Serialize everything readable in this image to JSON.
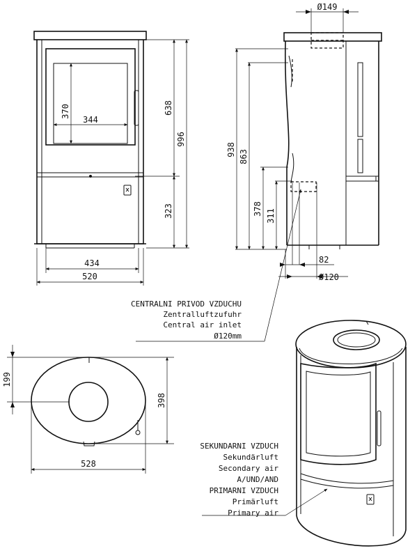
{
  "front_view": {
    "window_width": "344",
    "window_height": "370",
    "door_height": "638",
    "total_height": "996",
    "base_height": "323",
    "body_width": "434",
    "total_width": "520"
  },
  "side_view": {
    "flue_diameter": "149",
    "height_938": "938",
    "height_863": "863",
    "height_378": "378",
    "height_311": "311",
    "inlet_offset": "82",
    "inlet_diameter": "120"
  },
  "top_view": {
    "flue_offset": "199",
    "depth": "398",
    "width": "528"
  },
  "air_inlet_label": {
    "line1": "CENTRALNI PRIVOD VZDUCHU",
    "line2": "Zentralluftzufuhr",
    "line3": "Central air inlet",
    "line4": "120mm"
  },
  "air_label": {
    "line1": "SEKUNDARNI VZDUCH",
    "line2": "Sekundärluft",
    "line3": "Secondary air",
    "line4": "A/UND/AND",
    "line5": "PRIMARNI VZDUCH",
    "line6": "Primärluft",
    "line7": "Primary air"
  },
  "icons": [
    "diameter-symbol",
    "dimension-arrow",
    "door-handle",
    "flue-collar"
  ]
}
